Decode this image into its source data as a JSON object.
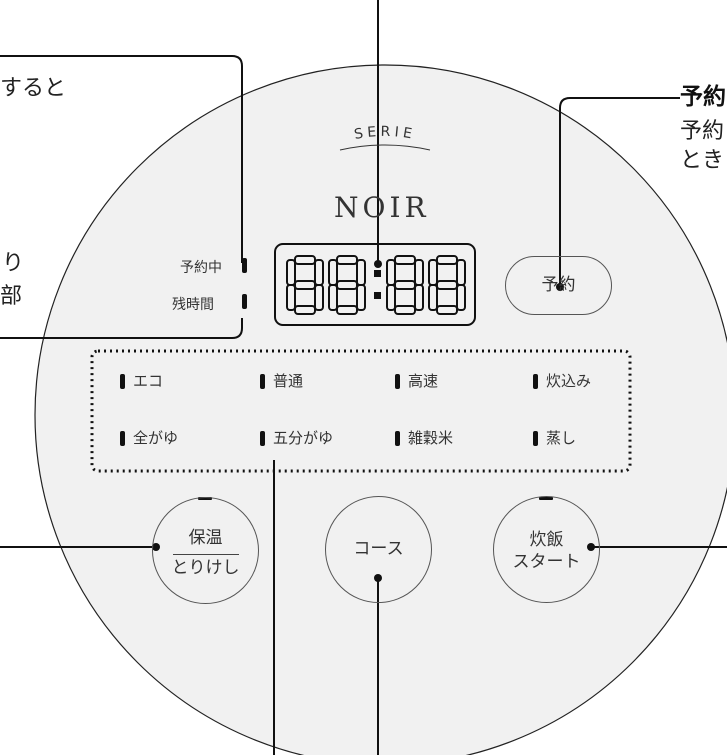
{
  "colors": {
    "panel": "#f1f1f1",
    "ink": "#111111",
    "line": "#555555"
  },
  "brand": {
    "serie": "SERIE",
    "noir": "NOIR"
  },
  "display": {
    "digits": "88:88"
  },
  "indicators": {
    "reserving": "予約中",
    "remaining": "残時間"
  },
  "buttons": {
    "reserve": "予約",
    "keep_warm_top": "保温",
    "keep_warm_bottom": "とりけし",
    "course": "コース",
    "cook_top": "炊飯",
    "cook_bottom": "スタート"
  },
  "courses": [
    "エコ",
    "普通",
    "高速",
    "炊込み",
    "全がゆ",
    "五分がゆ",
    "雑穀米",
    "蒸し"
  ],
  "callouts": {
    "top_left": "すると",
    "mid_left_1": "り",
    "mid_left_2": "部",
    "right_title": "予約",
    "right_line_1": "予約",
    "right_line_2": "とき"
  }
}
